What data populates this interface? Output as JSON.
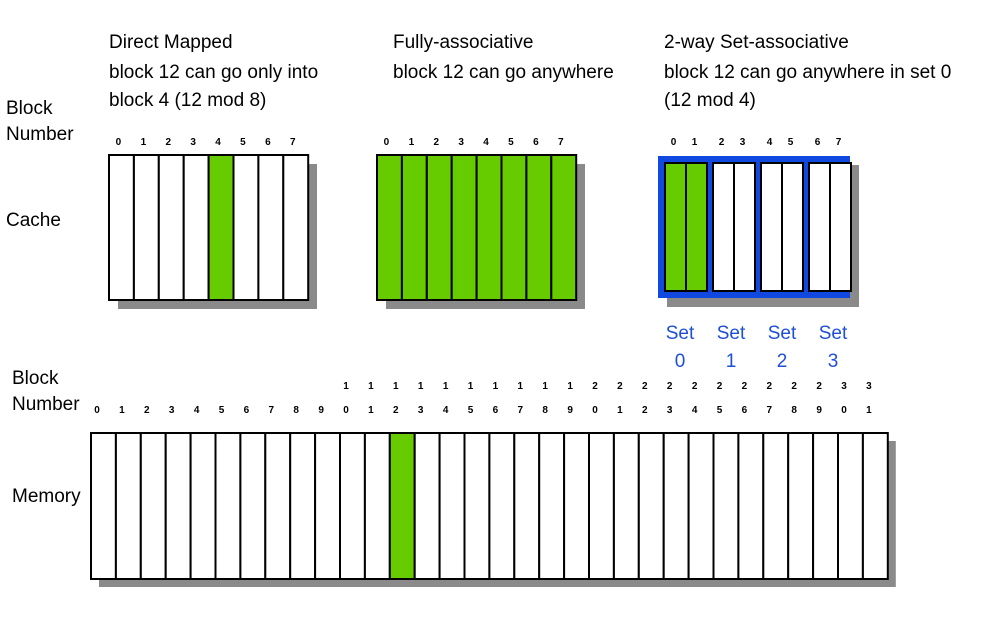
{
  "colors": {
    "highlight": "#66CC00",
    "set_border": "#1048E0",
    "set_text": "#1F4FD8",
    "shadow": "#8A8A8A",
    "cell_border": "#000000"
  },
  "labels": {
    "block_number_top_line1": "Block",
    "block_number_top_line2": "Number",
    "cache": "Cache",
    "block_number_bottom_line1": "Block",
    "block_number_bottom_line2": "Number",
    "memory": "Memory"
  },
  "direct_mapped": {
    "heading_line1": "Direct Mapped",
    "heading_line2": "block 12 can go only into",
    "heading_line3": "block 4 (12 mod 8)",
    "block_indices": [
      "0",
      "1",
      "2",
      "3",
      "4",
      "5",
      "6",
      "7"
    ],
    "highlighted_blocks": [
      4
    ]
  },
  "fully_associative": {
    "heading_line1": "Fully-associative",
    "heading_line2": "block 12 can go anywhere",
    "block_indices": [
      "0",
      "1",
      "2",
      "3",
      "4",
      "5",
      "6",
      "7"
    ],
    "highlighted_blocks": [
      0,
      1,
      2,
      3,
      4,
      5,
      6,
      7
    ]
  },
  "set_associative": {
    "heading_line1": "2-way Set-associative",
    "heading_line2": "block 12 can go anywhere in set 0",
    "heading_line3": "(12 mod 4)",
    "block_indices": [
      "0",
      "1",
      "2",
      "3",
      "4",
      "5",
      "6",
      "7"
    ],
    "highlighted_blocks": [
      0,
      1
    ],
    "sets": [
      {
        "label": "Set",
        "number": "0"
      },
      {
        "label": "Set",
        "number": "1"
      },
      {
        "label": "Set",
        "number": "2"
      },
      {
        "label": "Set",
        "number": "3"
      }
    ]
  },
  "memory": {
    "block_indices": [
      "0",
      "1",
      "2",
      "3",
      "4",
      "5",
      "6",
      "7",
      "8",
      "9",
      "10",
      "11",
      "12",
      "13",
      "14",
      "15",
      "16",
      "17",
      "18",
      "19",
      "20",
      "21",
      "22",
      "23",
      "24",
      "25",
      "26",
      "27",
      "28",
      "29",
      "30",
      "31"
    ],
    "highlighted_blocks": [
      12
    ]
  }
}
